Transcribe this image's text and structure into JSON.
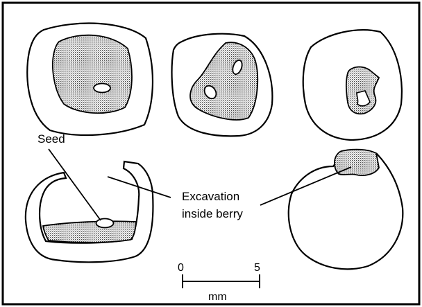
{
  "labels": {
    "seed": "Seed",
    "excavation_line1": "Excavation",
    "excavation_line2": "inside berry"
  },
  "scale_bar": {
    "start": "0",
    "end": "5",
    "unit": "mm"
  },
  "colors": {
    "stroke": "#000000",
    "fill_stipple": "#bdbdbd",
    "background": "#ffffff"
  }
}
